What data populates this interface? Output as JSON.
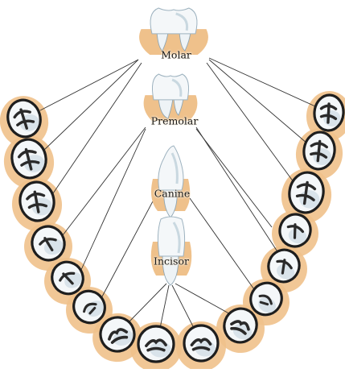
{
  "labels": {
    "molar": "Molar",
    "premolar": "Premolar",
    "canine": "Canine",
    "incisor": "Incisor"
  },
  "colors": {
    "gum": "#efc18b",
    "tooth_outline": "#1e1e1e",
    "enamel": "#f4f7f9",
    "enamel_shade": "#b7cad6",
    "crown_detail": "#2a2a2a",
    "line": "#333333"
  },
  "icons": {
    "molar_tooth": "molar-tooth-icon",
    "premolar_tooth": "premolar-tooth-icon",
    "canine_tooth": "canine-tooth-icon",
    "incisor_tooth": "incisor-tooth-icon"
  }
}
